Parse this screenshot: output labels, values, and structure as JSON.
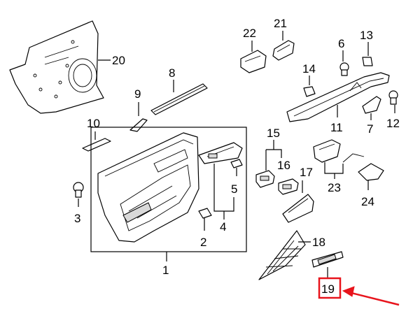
{
  "diagram": {
    "callouts": {
      "c1": "1",
      "c2": "2",
      "c3": "3",
      "c4": "4",
      "c5": "5",
      "c6": "6",
      "c7": "7",
      "c8": "8",
      "c9": "9",
      "c10": "10",
      "c11": "11",
      "c12": "12",
      "c13": "13",
      "c14": "14",
      "c15": "15",
      "c16": "16",
      "c17": "17",
      "c18": "18",
      "c19": "19",
      "c20": "20",
      "c21": "21",
      "c22": "22",
      "c23": "23",
      "c24": "24"
    },
    "highlight": {
      "callout": "19",
      "box_color": "#e8141c",
      "arrow_color": "#e8141c"
    },
    "colors": {
      "line": "#000000",
      "shade": "#d9d9d9",
      "background": "#ffffff"
    }
  }
}
